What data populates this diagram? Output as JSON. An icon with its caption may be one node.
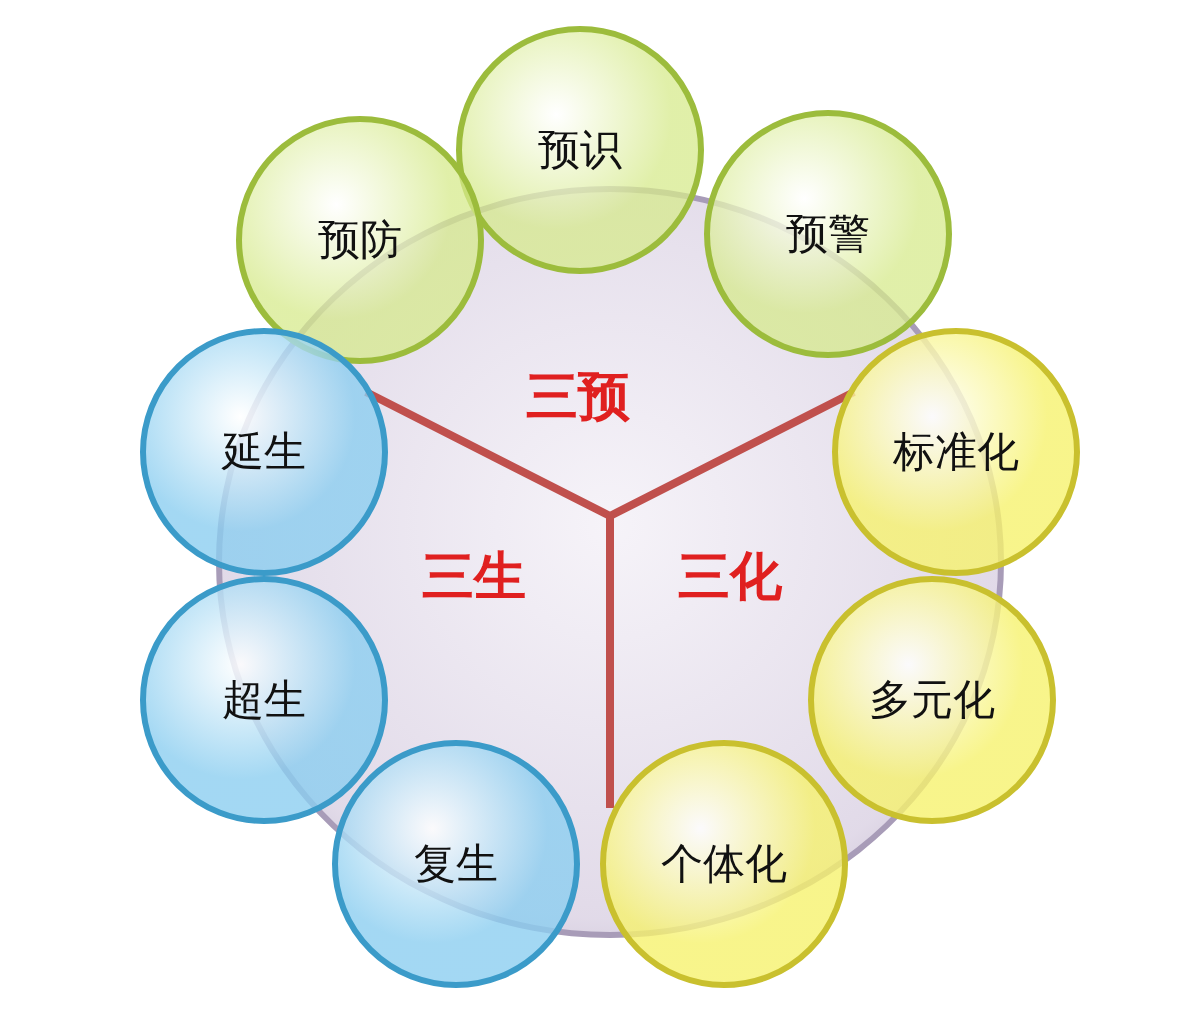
{
  "diagram": {
    "nodes": [
      {
        "text": [
          "三预",
          "三生",
          "三化"
        ]
      },
      {
        "text": [
          "预识"
        ]
      },
      {
        "text": [
          "预防"
        ]
      },
      {
        "text": [
          "预警"
        ]
      },
      {
        "text": [
          "延生"
        ]
      },
      {
        "text": [
          "标准化"
        ]
      },
      {
        "text": [
          "超生"
        ]
      },
      {
        "text": [
          "多元化"
        ]
      },
      {
        "text": [
          "复生"
        ]
      },
      {
        "text": [
          "个体化"
        ]
      }
    ]
  }
}
